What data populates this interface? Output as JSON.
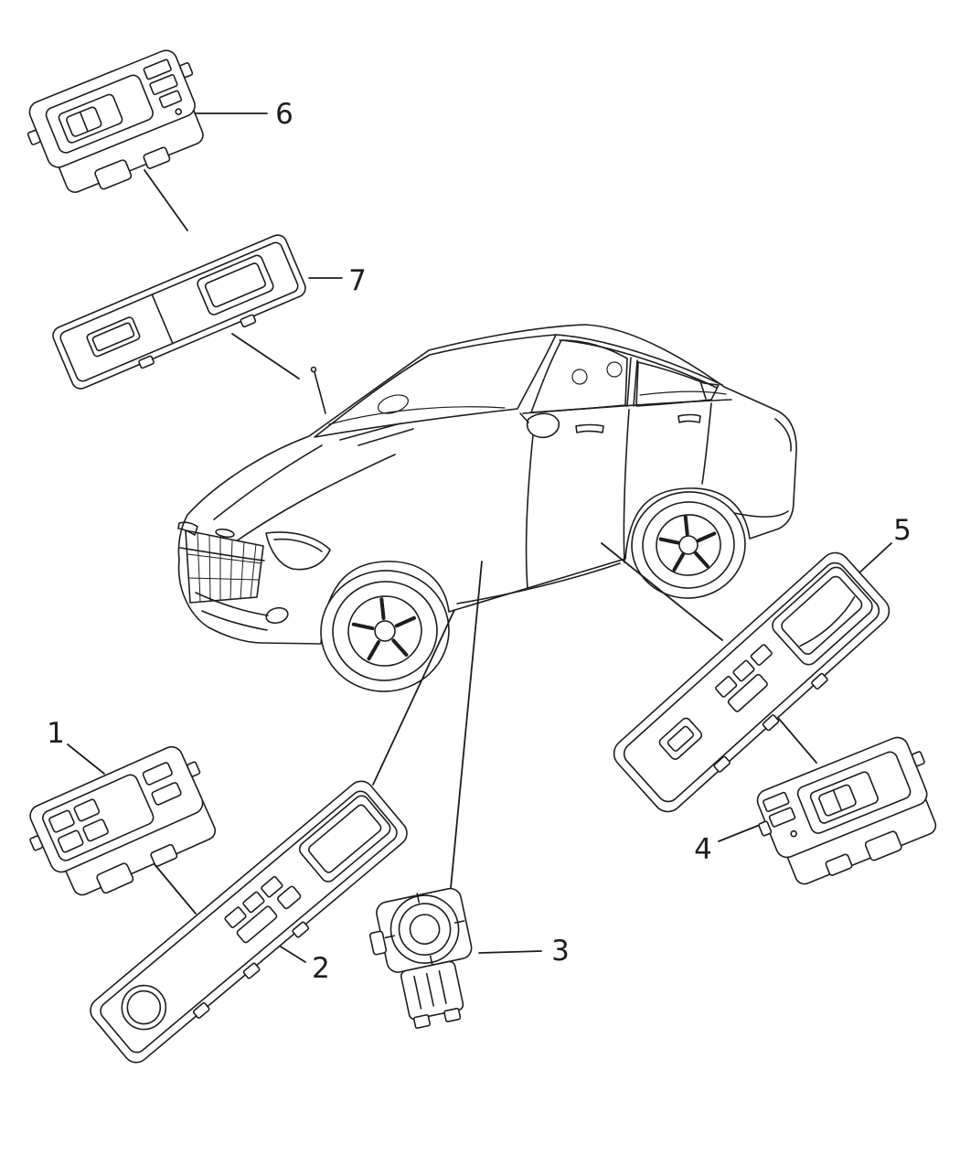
{
  "diagram": {
    "type": "vehicle-parts-diagram",
    "background_color": "#ffffff",
    "line_color": "#1d1d1f",
    "callouts": [
      {
        "label": "1",
        "part": "driver-master-window-switch"
      },
      {
        "label": "2",
        "part": "driver-door-switch-bezel"
      },
      {
        "label": "3",
        "part": "power-mirror-switch"
      },
      {
        "label": "4",
        "part": "front-passenger-window-switch"
      },
      {
        "label": "5",
        "part": "front-passenger-door-switch-bezel"
      },
      {
        "label": "6",
        "part": "rear-door-window-switch"
      },
      {
        "label": "7",
        "part": "rear-door-switch-bezel"
      }
    ]
  }
}
